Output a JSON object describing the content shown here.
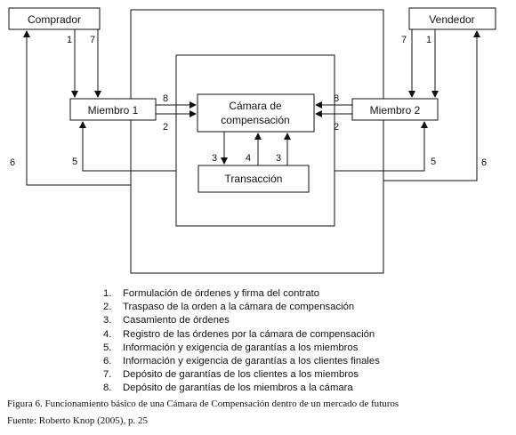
{
  "nodes": {
    "comprador": "Comprador",
    "vendedor": "Vendedor",
    "miembro1": "Miembro 1",
    "miembro2": "Miembro 2",
    "camara_line1": "Cámara de",
    "camara_line2": "compensación",
    "transaccion": "Transacción"
  },
  "arrow_labels": {
    "left_1": "1",
    "left_7": "7",
    "right_7": "7",
    "right_1": "1",
    "left_8": "8",
    "left_2": "2",
    "right_8": "8",
    "right_2": "2",
    "mid_3a": "3",
    "mid_4": "4",
    "mid_3b": "3",
    "left_5": "5",
    "right_5": "5",
    "left_6": "6",
    "right_6": "6"
  },
  "legend": [
    {
      "num": "1.",
      "text": "Formulación de órdenes y firma del contrato"
    },
    {
      "num": "2.",
      "text": "Traspaso de la orden a la cámara de compensación"
    },
    {
      "num": "3.",
      "text": "Casamiento de órdenes"
    },
    {
      "num": "4.",
      "text": "Registro de las órdenes por la cámara de compensación"
    },
    {
      "num": "5.",
      "text": "Información y exigencia de garantías a los miembros"
    },
    {
      "num": "6.",
      "text": "Información y exigencia de garantías a los clientes finales"
    },
    {
      "num": "7.",
      "text": "Depósito de garantías de los clientes a los miembros"
    },
    {
      "num": "8.",
      "text": "Depósito de garantías de los miembros a la cámara"
    }
  ],
  "caption": "Figura 6. Funcionamiento básico de una Cámara de Compensación dentro de un mercado de futuros",
  "source": "Fuente: Roberto Knop (2005), p. 25"
}
